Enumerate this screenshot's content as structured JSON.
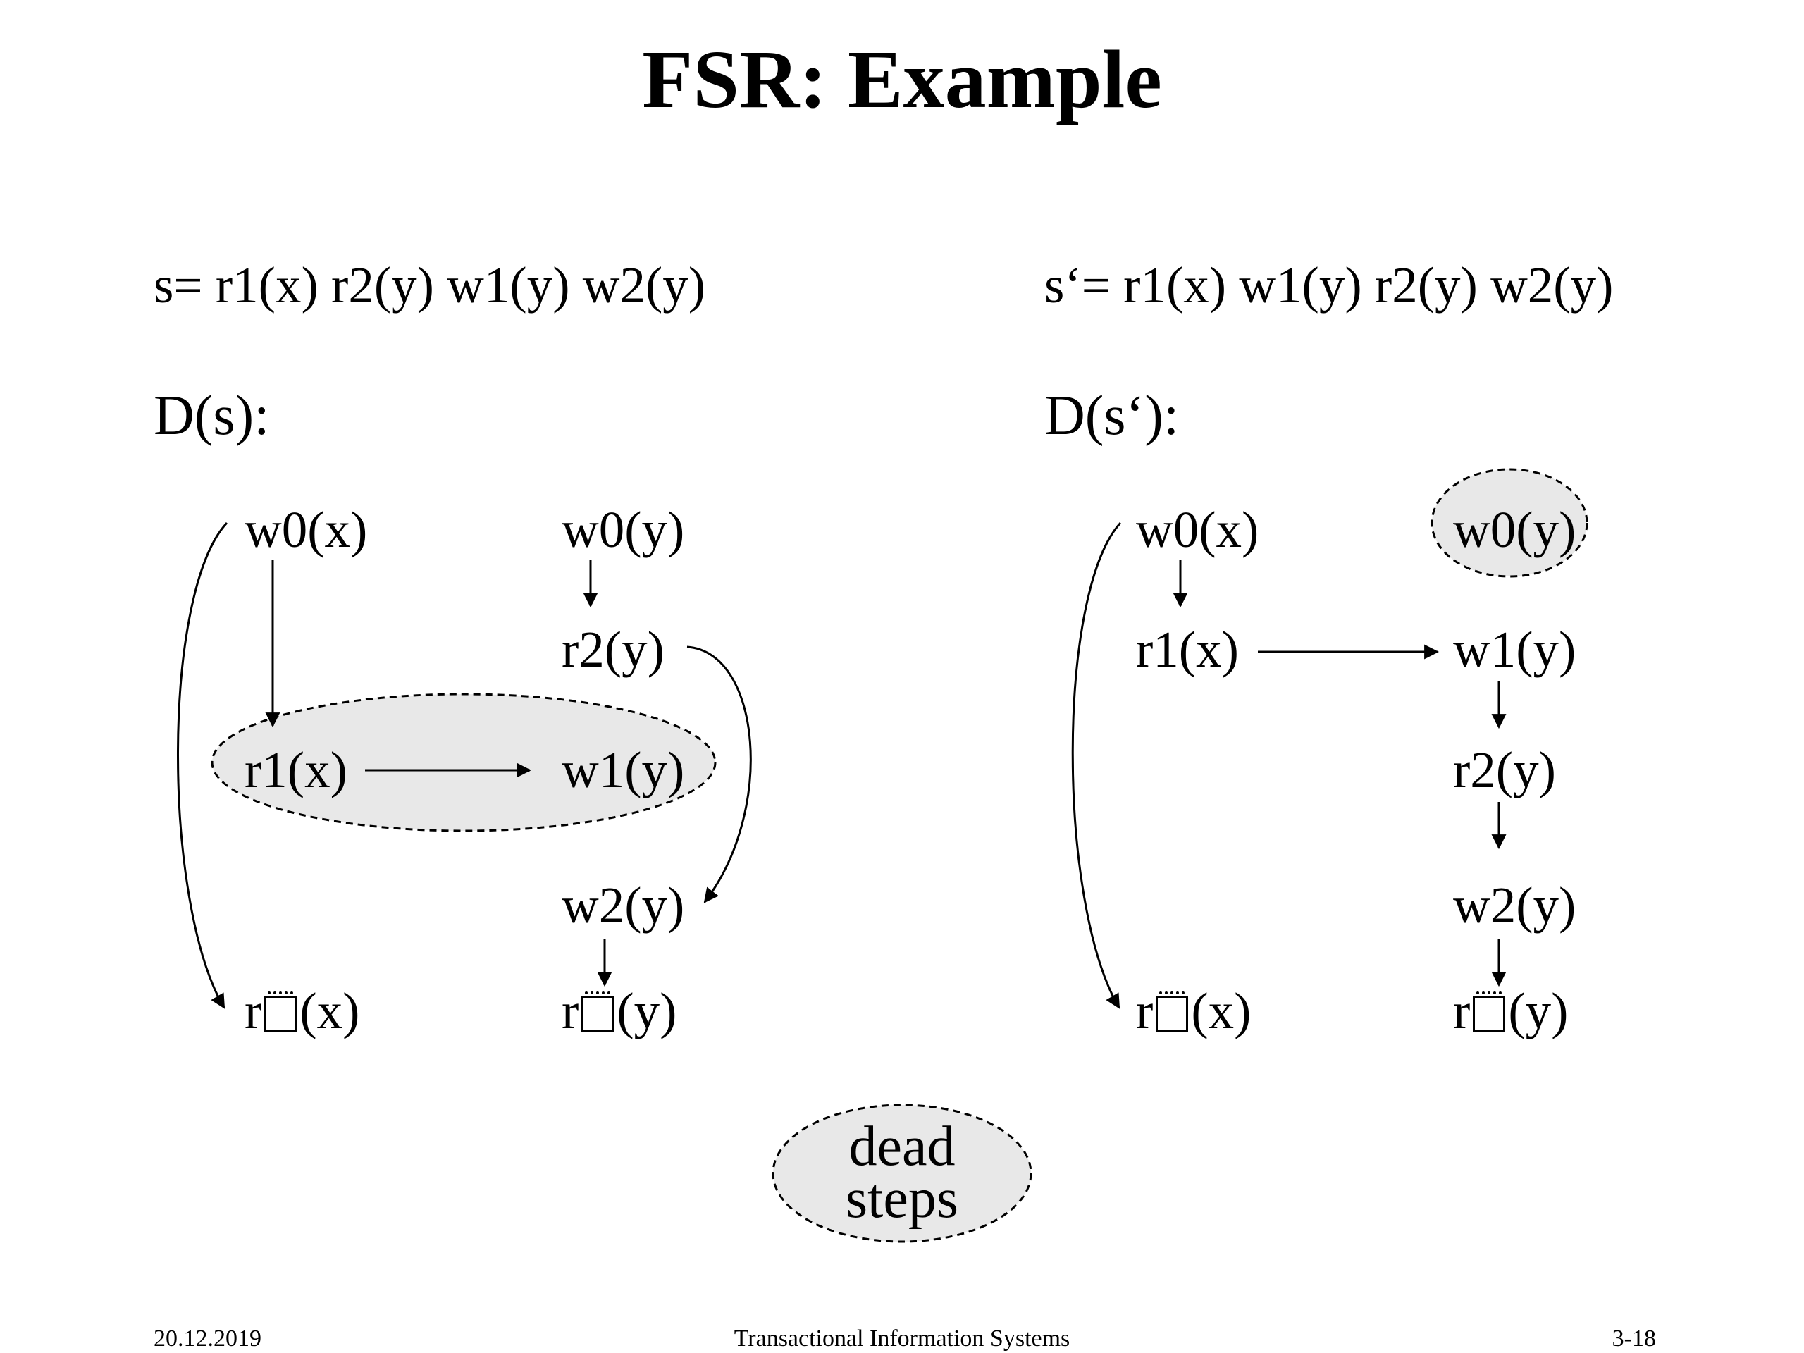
{
  "title": "FSR: Example",
  "left": {
    "schedule": "s= r1(x) r2(y) w1(y) w2(y)",
    "graph_label": "D(s):",
    "nodes": {
      "w0x": "w0(x)",
      "w0y": "w0(y)",
      "r2y": "r2(y)",
      "r1x": "r1(x)",
      "w1y": "w1(y)",
      "w2y": "w2(y)",
      "rinf_x_r": "r",
      "rinf_x_arg": "(x)",
      "rinf_y_r": "r",
      "rinf_y_arg": "(y)"
    }
  },
  "right": {
    "schedule": "s‘= r1(x) w1(y) r2(y) w2(y)",
    "graph_label": "D(s‘):",
    "nodes": {
      "w0x": "w0(x)",
      "w0y": "w0(y)",
      "r1x": "r1(x)",
      "w1y": "w1(y)",
      "r2y": "r2(y)",
      "w2y": "w2(y)",
      "rinf_x_r": "r",
      "rinf_x_arg": "(x)",
      "rinf_y_r": "r",
      "rinf_y_arg": "(y)"
    }
  },
  "dead_steps": {
    "line1": "dead",
    "line2": "steps"
  },
  "footer": {
    "date": "20.12.2019",
    "course": "Transactional Information Systems",
    "page": "3-18"
  },
  "colors": {
    "highlight_fill": "#e8e8e8",
    "line": "#000000"
  }
}
